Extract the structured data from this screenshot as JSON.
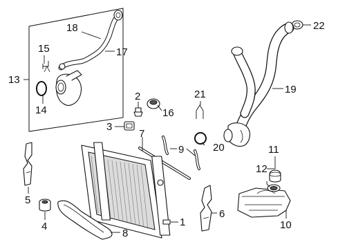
{
  "callouts": {
    "c1": "1",
    "c2": "2",
    "c3": "3",
    "c4": "4",
    "c5": "5",
    "c6": "6",
    "c7": "7",
    "c8": "8",
    "c9": "9",
    "c10": "10",
    "c11": "11",
    "c12": "12",
    "c13": "13",
    "c14": "14",
    "c15": "15",
    "c16": "16",
    "c17": "17",
    "c18": "18",
    "c19": "19",
    "c20": "20",
    "c21": "21",
    "c22": "22"
  },
  "parts": [
    "radiator",
    "drain-plug",
    "air-vent",
    "clamp-bracket",
    "mount-cushion",
    "lower-left-air-guide",
    "lower-right-air-guide",
    "seal-strip",
    "lower-air-duct",
    "hose-bracket",
    "coolant-reservoir",
    "reservoir-cap-assembly",
    "reservoir-cap",
    "hose-assembly",
    "o-ring",
    "clip",
    "grommet",
    "upper-hose",
    "upper-hose-fitting",
    "lower-hose",
    "o-ring-seal",
    "hose-clip",
    "hose-end-seal"
  ]
}
